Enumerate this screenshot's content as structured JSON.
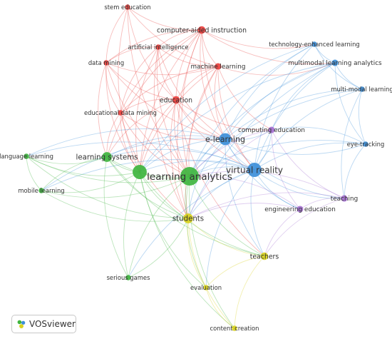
{
  "app": {
    "name": "VOSviewer"
  },
  "clusters": {
    "red": "#e8403d",
    "green": "#3fb53f",
    "blue": "#3d8fd9",
    "yellow": "#d9d21c",
    "purple": "#a46fd0"
  },
  "nodes": [
    {
      "id": "stem-education",
      "label": "stem education",
      "cluster": "red",
      "weight": 1
    },
    {
      "id": "computer-aided-instruction",
      "label": "computer-aided instruction",
      "cluster": "red",
      "weight": 2
    },
    {
      "id": "artificial-intelligence",
      "label": "artificial intelligence",
      "cluster": "red",
      "weight": 1
    },
    {
      "id": "data-mining",
      "label": "data mining",
      "cluster": "red",
      "weight": 1
    },
    {
      "id": "machine-learning",
      "label": "machine learning",
      "cluster": "red",
      "weight": 1.5
    },
    {
      "id": "education",
      "label": "education",
      "cluster": "red",
      "weight": 2
    },
    {
      "id": "educational-data-mining",
      "label": "educational data mining",
      "cluster": "red",
      "weight": 1
    },
    {
      "id": "technology-enhanced-learning",
      "label": "technology-enhanced learning",
      "cluster": "blue",
      "weight": 1
    },
    {
      "id": "multimodal-learning-analytics",
      "label": "multimodal learning analytics",
      "cluster": "blue",
      "weight": 1.5
    },
    {
      "id": "multi-modal-learning",
      "label": "multi-modal learning",
      "cluster": "blue",
      "weight": 1
    },
    {
      "id": "e-learning",
      "label": "e-learning",
      "cluster": "blue",
      "weight": 4
    },
    {
      "id": "eye-tracking",
      "label": "eye-tracking",
      "cluster": "blue",
      "weight": 1
    },
    {
      "id": "virtual-reality",
      "label": "virtual reality",
      "cluster": "blue",
      "weight": 5
    },
    {
      "id": "computing-education",
      "label": "computing education",
      "cluster": "purple",
      "weight": 1.5
    },
    {
      "id": "teaching",
      "label": "teaching",
      "cluster": "purple",
      "weight": 1.5
    },
    {
      "id": "engineering-education",
      "label": "engineering education",
      "cluster": "purple",
      "weight": 1.5
    },
    {
      "id": "language-learning",
      "label": "language learning",
      "cluster": "green",
      "weight": 1
    },
    {
      "id": "learning-systems",
      "label": "learning systems",
      "cluster": "green",
      "weight": 3
    },
    {
      "id": "mobile-learning",
      "label": "mobile learning",
      "cluster": "green",
      "weight": 1
    },
    {
      "id": "hidden-green",
      "label": "",
      "cluster": "green",
      "weight": 5
    },
    {
      "id": "learning-analytics",
      "label": "learning analytics",
      "cluster": "green",
      "weight": 7
    },
    {
      "id": "serious-games",
      "label": "serious games",
      "cluster": "green",
      "weight": 1
    },
    {
      "id": "students",
      "label": "students",
      "cluster": "yellow",
      "weight": 3
    },
    {
      "id": "teachers",
      "label": "teachers",
      "cluster": "yellow",
      "weight": 2
    },
    {
      "id": "evaluation",
      "label": "evaluation",
      "cluster": "yellow",
      "weight": 1
    },
    {
      "id": "content-creation",
      "label": "content creation",
      "cluster": "yellow",
      "weight": 1
    }
  ],
  "edges": [
    [
      "stem-education",
      "computer-aided-instruction"
    ],
    [
      "stem-education",
      "data-mining"
    ],
    [
      "stem-education",
      "education"
    ],
    [
      "stem-education",
      "learning-analytics"
    ],
    [
      "stem-education",
      "hidden-green"
    ],
    [
      "stem-education",
      "machine-learning"
    ],
    [
      "computer-aided-instruction",
      "artificial-intelligence"
    ],
    [
      "computer-aided-instruction",
      "data-mining"
    ],
    [
      "computer-aided-instruction",
      "machine-learning"
    ],
    [
      "computer-aided-instruction",
      "education"
    ],
    [
      "computer-aided-instruction",
      "educational-data-mining"
    ],
    [
      "computer-aided-instruction",
      "e-learning"
    ],
    [
      "computer-aided-instruction",
      "virtual-reality"
    ],
    [
      "computer-aided-instruction",
      "learning-analytics"
    ],
    [
      "computer-aided-instruction",
      "hidden-green"
    ],
    [
      "computer-aided-instruction",
      "learning-systems"
    ],
    [
      "computer-aided-instruction",
      "students"
    ],
    [
      "computer-aided-instruction",
      "multimodal-learning-analytics"
    ],
    [
      "computer-aided-instruction",
      "technology-enhanced-learning"
    ],
    [
      "artificial-intelligence",
      "data-mining"
    ],
    [
      "artificial-intelligence",
      "machine-learning"
    ],
    [
      "artificial-intelligence",
      "education"
    ],
    [
      "artificial-intelligence",
      "educational-data-mining"
    ],
    [
      "artificial-intelligence",
      "learning-analytics"
    ],
    [
      "artificial-intelligence",
      "hidden-green"
    ],
    [
      "artificial-intelligence",
      "e-learning"
    ],
    [
      "artificial-intelligence",
      "students"
    ],
    [
      "data-mining",
      "machine-learning"
    ],
    [
      "data-mining",
      "educational-data-mining"
    ],
    [
      "data-mining",
      "education"
    ],
    [
      "data-mining",
      "learning-analytics"
    ],
    [
      "data-mining",
      "hidden-green"
    ],
    [
      "data-mining",
      "learning-systems"
    ],
    [
      "data-mining",
      "e-learning"
    ],
    [
      "machine-learning",
      "education"
    ],
    [
      "machine-learning",
      "educational-data-mining"
    ],
    [
      "machine-learning",
      "e-learning"
    ],
    [
      "machine-learning",
      "virtual-reality"
    ],
    [
      "machine-learning",
      "learning-analytics"
    ],
    [
      "machine-learning",
      "hidden-green"
    ],
    [
      "machine-learning",
      "students"
    ],
    [
      "machine-learning",
      "multimodal-learning-analytics"
    ],
    [
      "machine-learning",
      "computing-education"
    ],
    [
      "education",
      "educational-data-mining"
    ],
    [
      "education",
      "e-learning"
    ],
    [
      "education",
      "virtual-reality"
    ],
    [
      "education",
      "learning-analytics"
    ],
    [
      "education",
      "hidden-green"
    ],
    [
      "education",
      "learning-systems"
    ],
    [
      "education",
      "students"
    ],
    [
      "education",
      "teachers"
    ],
    [
      "education",
      "computing-education"
    ],
    [
      "educational-data-mining",
      "learning-analytics"
    ],
    [
      "educational-data-mining",
      "hidden-green"
    ],
    [
      "educational-data-mining",
      "learning-systems"
    ],
    [
      "educational-data-mining",
      "e-learning"
    ],
    [
      "educational-data-mining",
      "students"
    ],
    [
      "technology-enhanced-learning",
      "multimodal-learning-analytics"
    ],
    [
      "technology-enhanced-learning",
      "e-learning"
    ],
    [
      "technology-enhanced-learning",
      "virtual-reality"
    ],
    [
      "technology-enhanced-learning",
      "learning-analytics"
    ],
    [
      "technology-enhanced-learning",
      "hidden-green"
    ],
    [
      "technology-enhanced-learning",
      "multi-modal-learning"
    ],
    [
      "multimodal-learning-analytics",
      "multi-modal-learning"
    ],
    [
      "multimodal-learning-analytics",
      "eye-tracking"
    ],
    [
      "multimodal-learning-analytics",
      "e-learning"
    ],
    [
      "multimodal-learning-analytics",
      "virtual-reality"
    ],
    [
      "multimodal-learning-analytics",
      "learning-analytics"
    ],
    [
      "multimodal-learning-analytics",
      "hidden-green"
    ],
    [
      "multimodal-learning-analytics",
      "computing-education"
    ],
    [
      "multimodal-learning-analytics",
      "students"
    ],
    [
      "multi-modal-learning",
      "eye-tracking"
    ],
    [
      "multi-modal-learning",
      "e-learning"
    ],
    [
      "multi-modal-learning",
      "virtual-reality"
    ],
    [
      "multi-modal-learning",
      "learning-analytics"
    ],
    [
      "multi-modal-learning",
      "teaching"
    ],
    [
      "e-learning",
      "virtual-reality"
    ],
    [
      "e-learning",
      "computing-education"
    ],
    [
      "e-learning",
      "eye-tracking"
    ],
    [
      "e-learning",
      "learning-analytics"
    ],
    [
      "e-learning",
      "hidden-green"
    ],
    [
      "e-learning",
      "learning-systems"
    ],
    [
      "e-learning",
      "students"
    ],
    [
      "e-learning",
      "teachers"
    ],
    [
      "e-learning",
      "engineering-education"
    ],
    [
      "e-learning",
      "teaching"
    ],
    [
      "e-learning",
      "language-learning"
    ],
    [
      "e-learning",
      "mobile-learning"
    ],
    [
      "eye-tracking",
      "virtual-reality"
    ],
    [
      "eye-tracking",
      "learning-analytics"
    ],
    [
      "eye-tracking",
      "teaching"
    ],
    [
      "eye-tracking",
      "computing-education"
    ],
    [
      "virtual-reality",
      "computing-education"
    ],
    [
      "virtual-reality",
      "engineering-education"
    ],
    [
      "virtual-reality",
      "teaching"
    ],
    [
      "virtual-reality",
      "learning-analytics"
    ],
    [
      "virtual-reality",
      "hidden-green"
    ],
    [
      "virtual-reality",
      "learning-systems"
    ],
    [
      "virtual-reality",
      "students"
    ],
    [
      "virtual-reality",
      "teachers"
    ],
    [
      "virtual-reality",
      "language-learning"
    ],
    [
      "virtual-reality",
      "mobile-learning"
    ],
    [
      "virtual-reality",
      "serious-games"
    ],
    [
      "virtual-reality",
      "evaluation"
    ],
    [
      "computing-education",
      "engineering-education"
    ],
    [
      "computing-education",
      "teaching"
    ],
    [
      "computing-education",
      "learning-analytics"
    ],
    [
      "computing-education",
      "students"
    ],
    [
      "teaching",
      "engineering-education"
    ],
    [
      "teaching",
      "learning-analytics"
    ],
    [
      "teaching",
      "students"
    ],
    [
      "teaching",
      "teachers"
    ],
    [
      "engineering-education",
      "learning-analytics"
    ],
    [
      "engineering-education",
      "students"
    ],
    [
      "engineering-education",
      "teachers"
    ],
    [
      "language-learning",
      "learning-systems"
    ],
    [
      "language-learning",
      "hidden-green"
    ],
    [
      "language-learning",
      "learning-analytics"
    ],
    [
      "language-learning",
      "mobile-learning"
    ],
    [
      "language-learning",
      "students"
    ],
    [
      "learning-systems",
      "mobile-learning"
    ],
    [
      "learning-systems",
      "hidden-green"
    ],
    [
      "learning-systems",
      "learning-analytics"
    ],
    [
      "learning-systems",
      "students"
    ],
    [
      "learning-systems",
      "serious-games"
    ],
    [
      "learning-systems",
      "teachers"
    ],
    [
      "mobile-learning",
      "hidden-green"
    ],
    [
      "mobile-learning",
      "learning-analytics"
    ],
    [
      "mobile-learning",
      "students"
    ],
    [
      "hidden-green",
      "learning-analytics"
    ],
    [
      "hidden-green",
      "students"
    ],
    [
      "hidden-green",
      "serious-games"
    ],
    [
      "hidden-green",
      "teachers"
    ],
    [
      "hidden-green",
      "evaluation"
    ],
    [
      "hidden-green",
      "content-creation"
    ],
    [
      "learning-analytics",
      "students"
    ],
    [
      "learning-analytics",
      "teachers"
    ],
    [
      "learning-analytics",
      "serious-games"
    ],
    [
      "learning-analytics",
      "evaluation"
    ],
    [
      "learning-analytics",
      "content-creation"
    ],
    [
      "serious-games",
      "students"
    ],
    [
      "students",
      "teachers"
    ],
    [
      "students",
      "evaluation"
    ],
    [
      "students",
      "content-creation"
    ],
    [
      "teachers",
      "evaluation"
    ],
    [
      "teachers",
      "content-creation"
    ],
    [
      "evaluation",
      "content-creation"
    ]
  ]
}
